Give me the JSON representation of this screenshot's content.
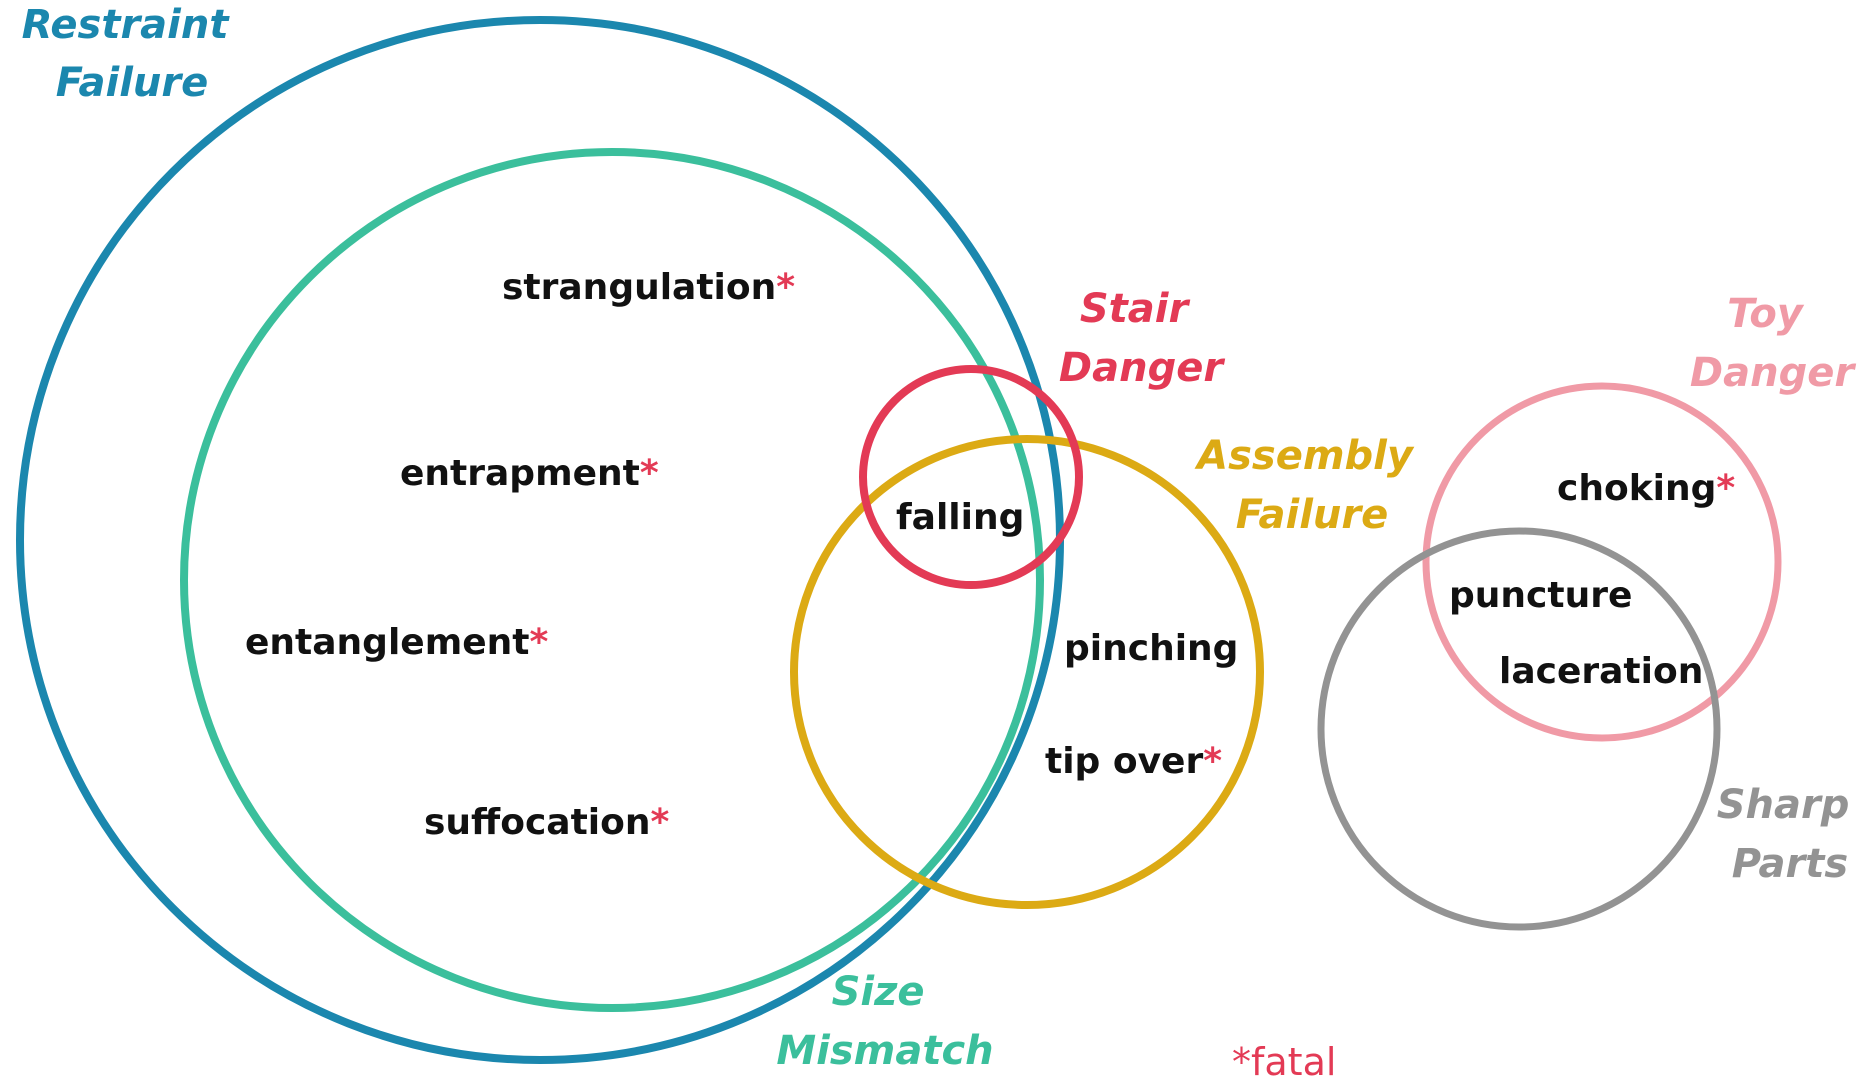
{
  "sets": {
    "restraint": {
      "line1": "Restraint",
      "line2": "Failure",
      "color": "#1b87ae"
    },
    "size": {
      "line1": "Size",
      "line2": "Mismatch",
      "color": "#3bbf9c"
    },
    "stair": {
      "line1": "Stair",
      "line2": "Danger",
      "color": "#e33a55"
    },
    "assembly": {
      "line1": "Assembly",
      "line2": "Failure",
      "color": "#dcaa14"
    },
    "toy": {
      "line1": "Toy",
      "line2": "Danger",
      "color": "#f09aa6"
    },
    "sharp": {
      "line1": "Sharp",
      "line2": "Parts",
      "color": "#939393"
    }
  },
  "items": {
    "strangulation": {
      "text": "strangulation",
      "fatal": "*"
    },
    "entrapment": {
      "text": "entrapment",
      "fatal": "*"
    },
    "entanglement": {
      "text": "entanglement",
      "fatal": "*"
    },
    "suffocation": {
      "text": "suffocation",
      "fatal": "*"
    },
    "falling": {
      "text": "falling"
    },
    "pinching": {
      "text": "pinching"
    },
    "tip_over": {
      "text": "tip over",
      "fatal": "*"
    },
    "choking": {
      "text": "choking",
      "fatal": "*"
    },
    "puncture": {
      "text": "puncture"
    },
    "laceration": {
      "text": "laceration"
    }
  },
  "legend": {
    "text": "*fatal",
    "color": "#e33a55"
  }
}
